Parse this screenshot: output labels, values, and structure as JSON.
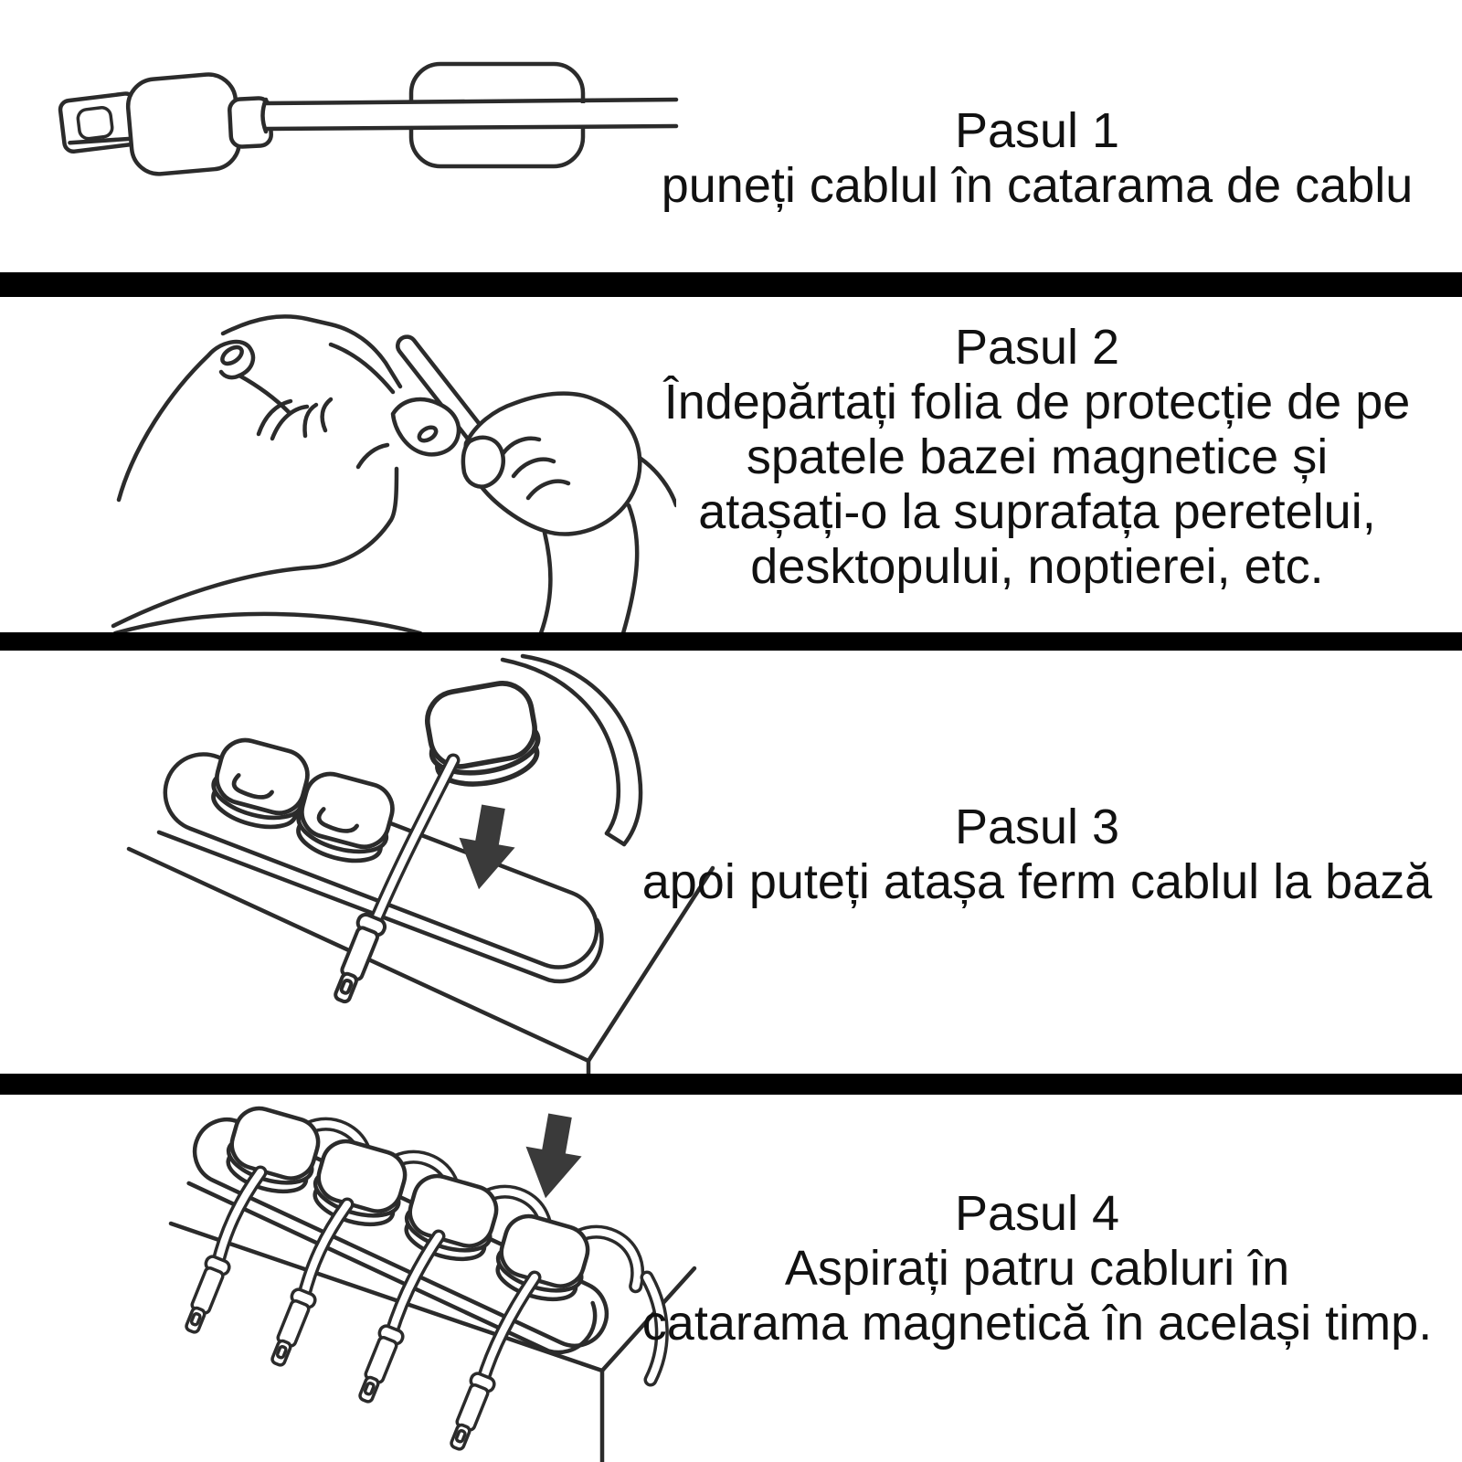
{
  "meta": {
    "language": "Romanian",
    "background_color": "#ffffff",
    "text_color": "#111111",
    "divider_color": "#000000",
    "line_art_color": "#2b2b2b",
    "arrow_color": "#3a3a3a"
  },
  "steps": [
    {
      "title": "Pasul 1",
      "lines": [
        "puneți cablul în catarama de cablu"
      ],
      "illustration": "cable-inserted-into-cable-buckle"
    },
    {
      "title": "Pasul 2",
      "lines": [
        "Îndepărtați folia de protecție de pe",
        "spatele bazei magnetice și",
        "atașați-o la suprafața peretelui,",
        "desktopului, noptierei, etc."
      ],
      "illustration": "hands-peeling-protective-film-from-magnetic-base"
    },
    {
      "title": "Pasul 3",
      "lines": [
        "apoi puteți atașa ferm cablul la bază"
      ],
      "illustration": "cable-buckle-pressed-onto-base-on-desk-corner"
    },
    {
      "title": "Pasul 4",
      "lines": [
        "Aspirați patru cabluri în",
        "catarama magnetică în același timp."
      ],
      "illustration": "four-cables-held-in-magnetic-buckle-strip"
    }
  ]
}
